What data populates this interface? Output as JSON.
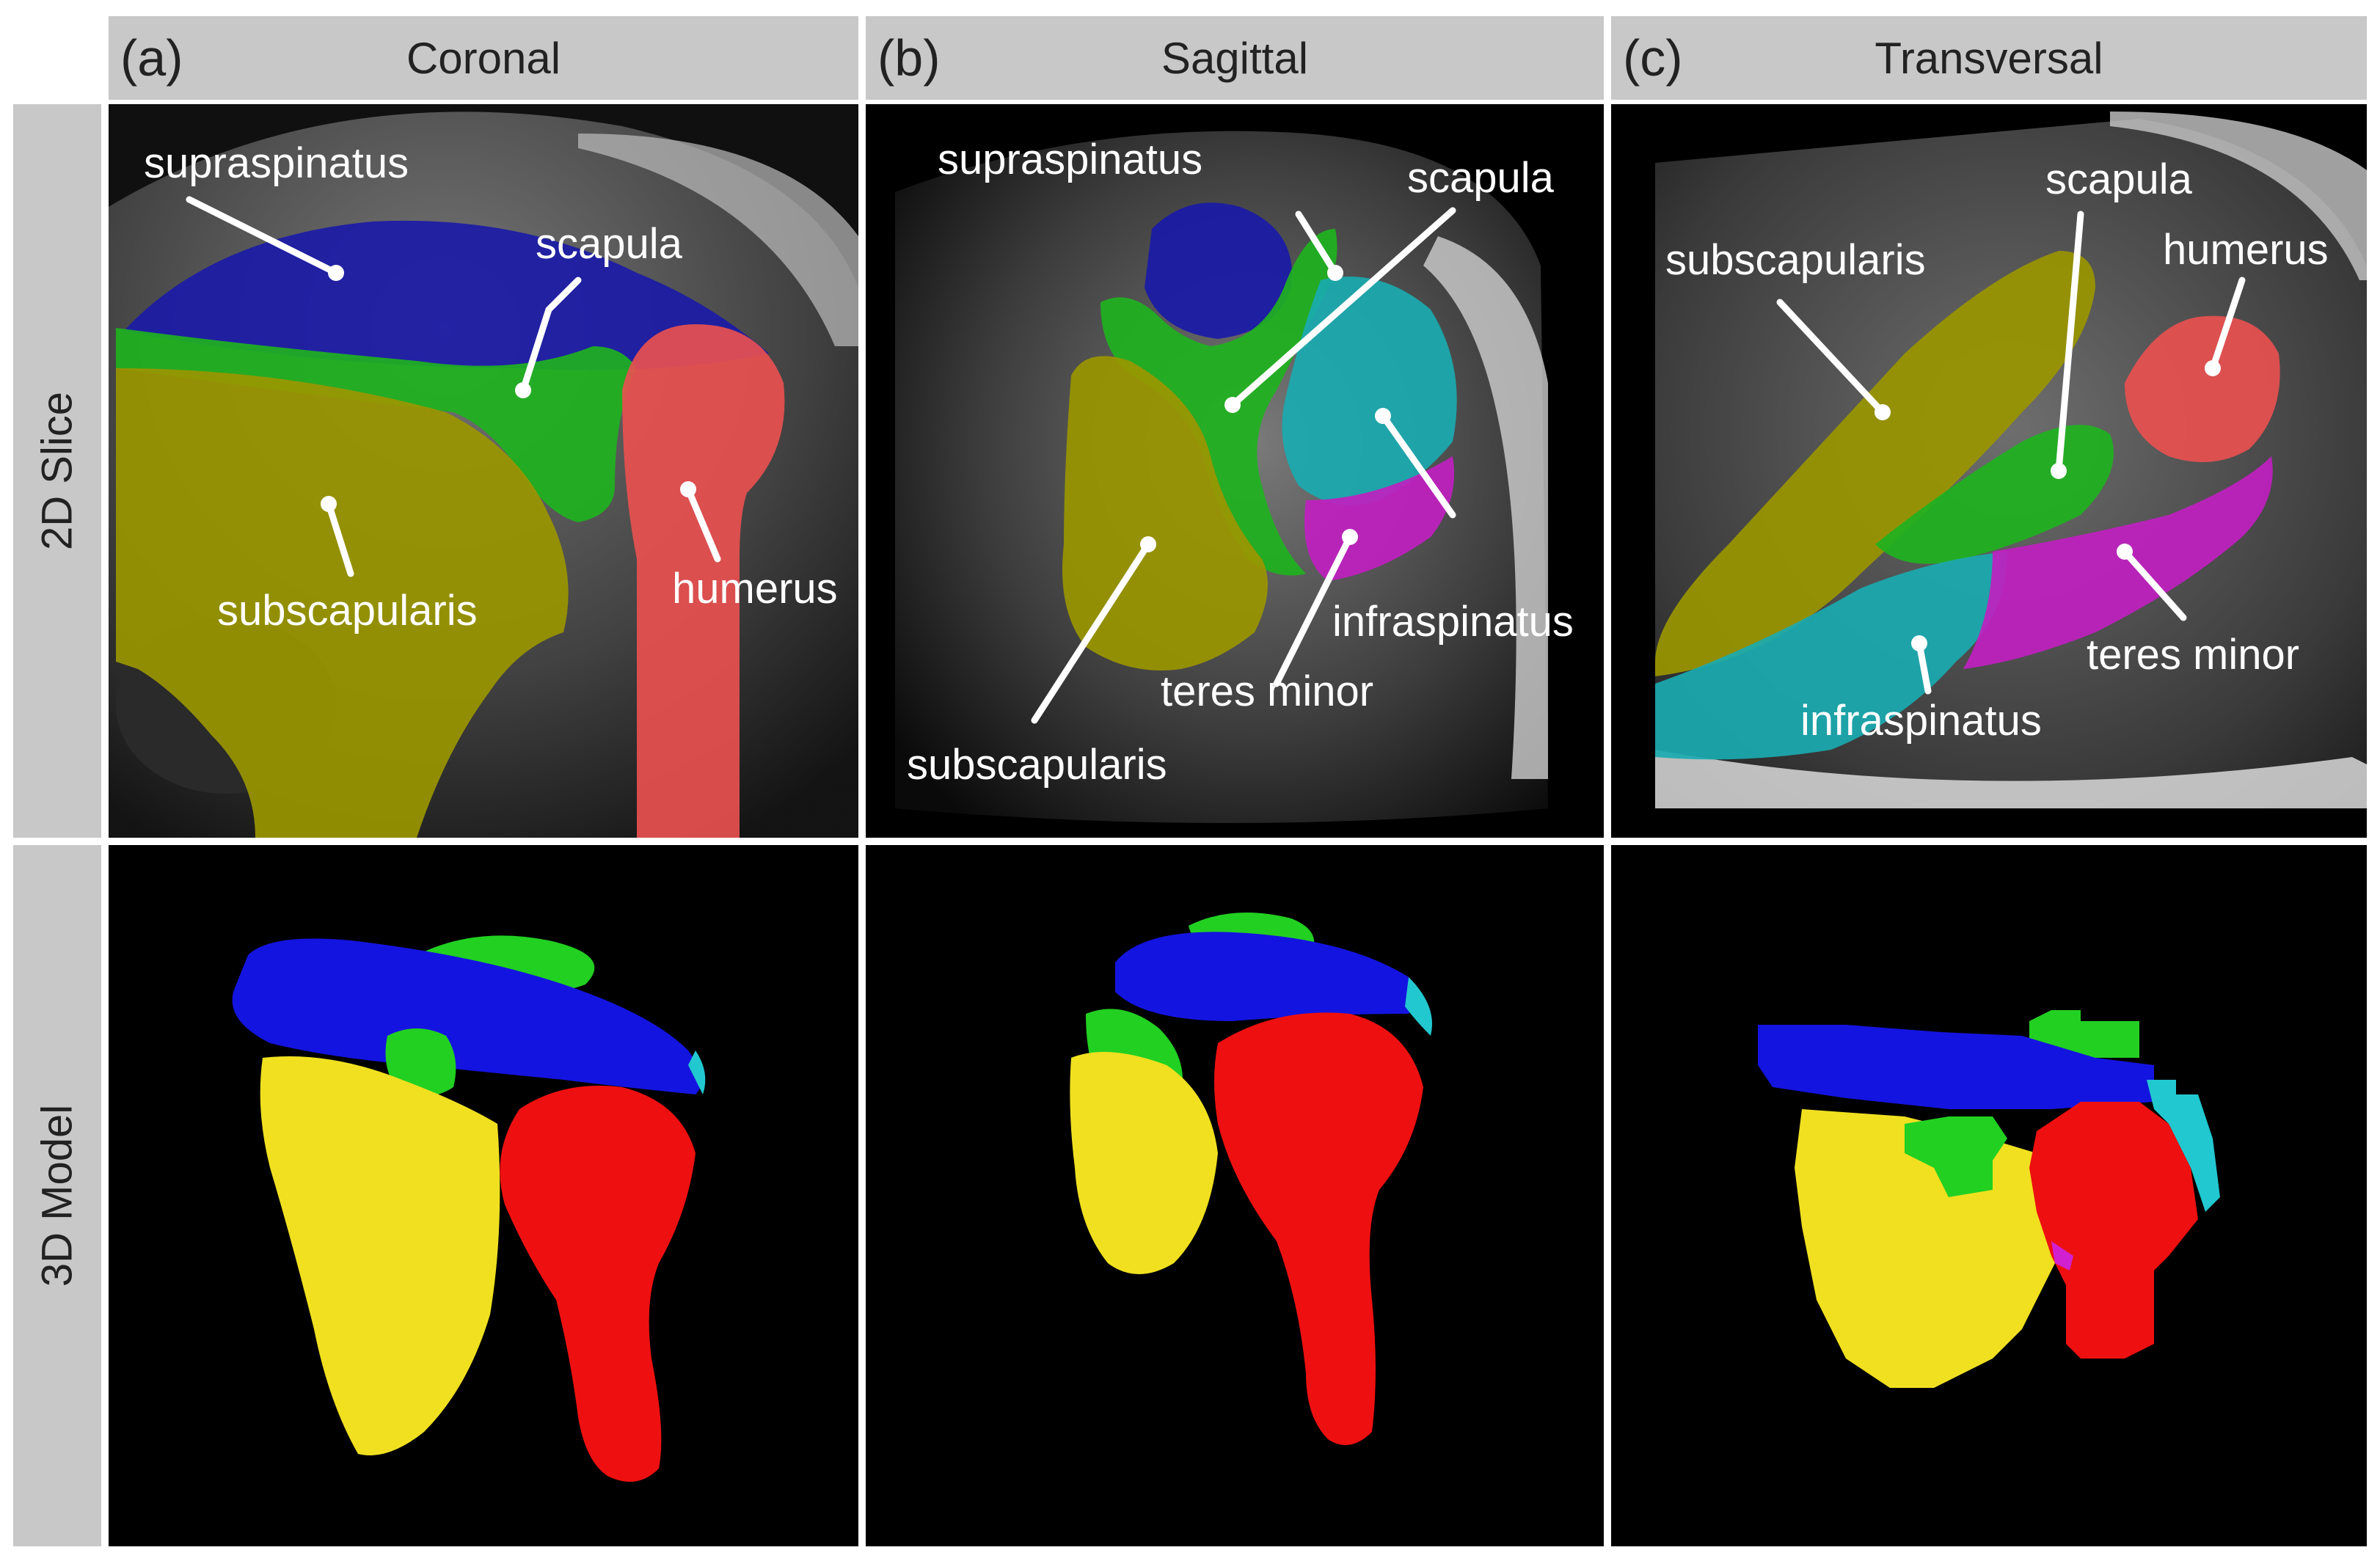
{
  "columns": [
    {
      "tag": "(a)",
      "title": "Coronal"
    },
    {
      "tag": "(b)",
      "title": "Sagittal"
    },
    {
      "tag": "(c)",
      "title": "Transversal"
    }
  ],
  "rows": [
    "2D Slice",
    "3D Model"
  ],
  "labels": {
    "supraspinatus": "supraspinatus",
    "scapula": "scapula",
    "humerus": "humerus",
    "subscapularis": "subscapularis",
    "infraspinatus": "infraspinatus",
    "teres_minor": "teres minor"
  },
  "colors": {
    "supraspinatus": "#1a1aa8",
    "scapula": "#1fb21f",
    "humerus": "#e85050",
    "subscapularis": "#9a9600",
    "infraspinatus": "#1aaab0",
    "teres_minor": "#c020c0",
    "model_humerus": "#ee1010",
    "model_subscapularis": "#f0e020",
    "model_supraspinatus": "#1414e0",
    "model_scapula": "#22d022",
    "model_infraspinatus": "#22c8d0",
    "model_teres_minor": "#d020d0"
  }
}
